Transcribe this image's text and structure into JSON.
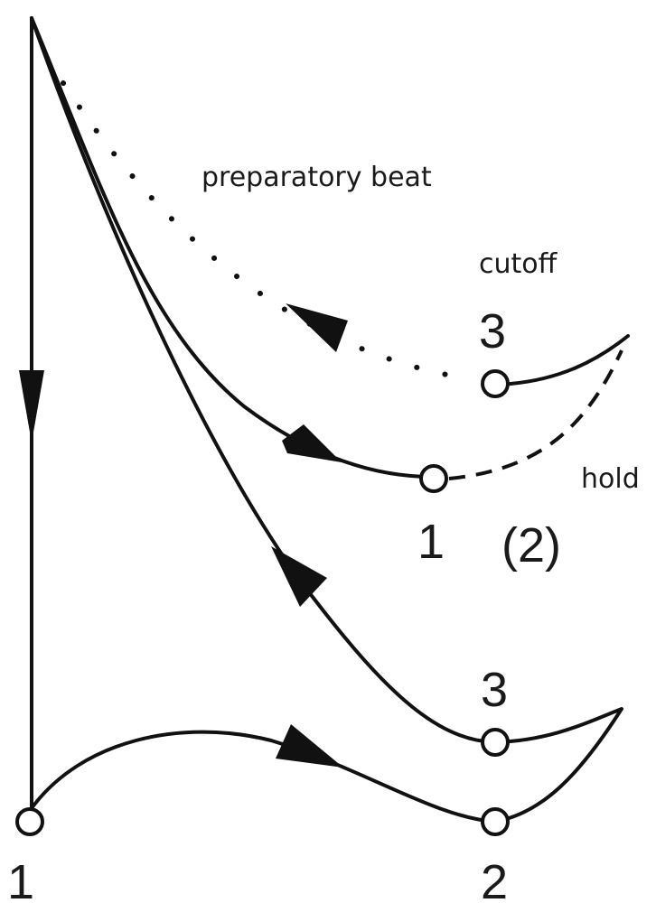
{
  "labels": {
    "preparatory_beat": "preparatory beat",
    "cutoff": "cutoff",
    "hold": "hold",
    "beat_1_bottom": "1",
    "beat_2_bottom": "2",
    "beat_3_middle": "3",
    "beat_1_upper": "1",
    "beat_2_held": "(2)",
    "beat_3_upper": "3"
  },
  "colors": {
    "ink": "#111111",
    "background": "#ffffff"
  }
}
